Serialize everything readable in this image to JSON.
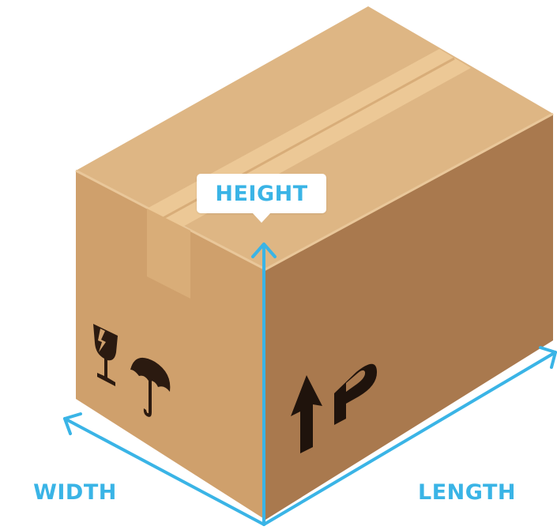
{
  "labels": {
    "height": "HEIGHT",
    "width": "WIDTH",
    "length": "LENGTH"
  },
  "icons": [
    "fragile-glass-icon",
    "umbrella-keep-dry-icon",
    "this-way-up-arrow-icon",
    "parking-p-icon"
  ],
  "colors": {
    "box_top": "#deb684",
    "box_left": "#cfa06c",
    "box_right": "#a9794e",
    "tape": "#ecc896",
    "tape_flap": "#d9ad78",
    "dimension_lines": "#3ab4e6",
    "symbols": "#2b1a10"
  }
}
